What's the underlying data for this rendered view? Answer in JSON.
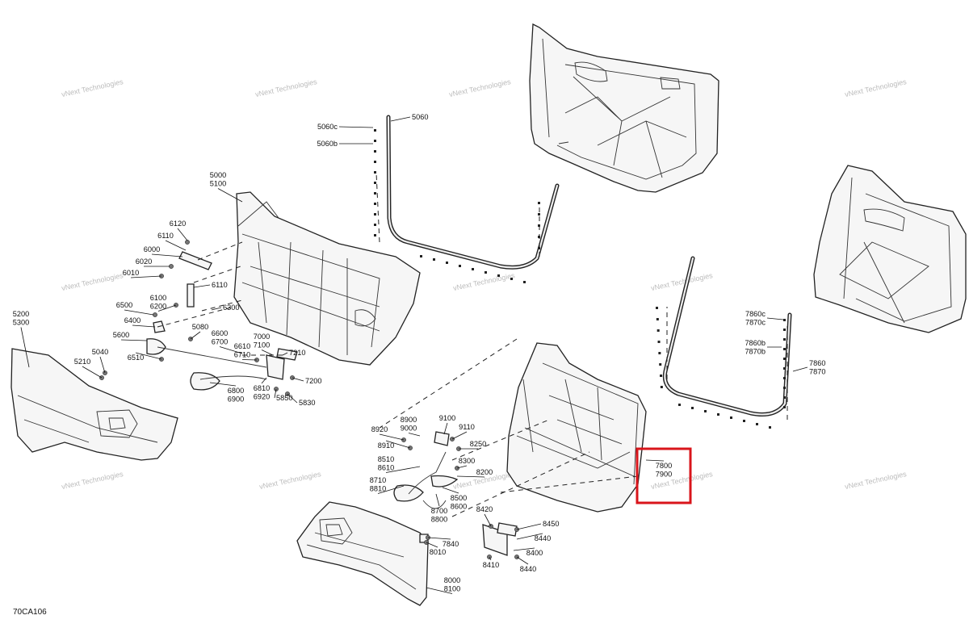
{
  "diagram": {
    "reference_code": "70CA106",
    "watermark": "vNext Technologies",
    "highlight_color": "#d9151b",
    "highlighted_callout": [
      "7800",
      "7900"
    ],
    "callouts": [
      {
        "id": "c5060c",
        "lines": [
          "5060c"
        ]
      },
      {
        "id": "c5060",
        "lines": [
          "5060"
        ]
      },
      {
        "id": "c5060b",
        "lines": [
          "5060b"
        ]
      },
      {
        "id": "c5000",
        "lines": [
          "5000",
          "5100"
        ]
      },
      {
        "id": "c6120",
        "lines": [
          "6120"
        ]
      },
      {
        "id": "c6110a",
        "lines": [
          "6110"
        ]
      },
      {
        "id": "c6000",
        "lines": [
          "6000"
        ]
      },
      {
        "id": "c6020",
        "lines": [
          "6020"
        ]
      },
      {
        "id": "c6010",
        "lines": [
          "6010"
        ]
      },
      {
        "id": "c6110b",
        "lines": [
          "6110"
        ]
      },
      {
        "id": "c6100",
        "lines": [
          "6100",
          "6200"
        ]
      },
      {
        "id": "c6300",
        "lines": [
          "6300"
        ]
      },
      {
        "id": "c6500",
        "lines": [
          "6500"
        ]
      },
      {
        "id": "c6400",
        "lines": [
          "6400"
        ]
      },
      {
        "id": "c5600",
        "lines": [
          "5600"
        ]
      },
      {
        "id": "c6510",
        "lines": [
          "6510"
        ]
      },
      {
        "id": "c5080",
        "lines": [
          "5080"
        ]
      },
      {
        "id": "c6600",
        "lines": [
          "6600",
          "6700"
        ]
      },
      {
        "id": "c6610",
        "lines": [
          "6610",
          "6710"
        ]
      },
      {
        "id": "c7000",
        "lines": [
          "7000",
          "7100"
        ]
      },
      {
        "id": "c7210",
        "lines": [
          "7210"
        ]
      },
      {
        "id": "c7200",
        "lines": [
          "7200"
        ]
      },
      {
        "id": "c6800",
        "lines": [
          "6800",
          "6900"
        ]
      },
      {
        "id": "c6810",
        "lines": [
          "6810",
          "6920"
        ]
      },
      {
        "id": "c5850",
        "lines": [
          "5850"
        ]
      },
      {
        "id": "c5830",
        "lines": [
          "5830"
        ]
      },
      {
        "id": "c5200",
        "lines": [
          "5200",
          "5300"
        ]
      },
      {
        "id": "c5040",
        "lines": [
          "5040"
        ]
      },
      {
        "id": "c5210",
        "lines": [
          "5210"
        ]
      },
      {
        "id": "c7860c",
        "lines": [
          "7860c",
          "7870c"
        ]
      },
      {
        "id": "c7860b",
        "lines": [
          "7860b",
          "7870b"
        ]
      },
      {
        "id": "c7860",
        "lines": [
          "7860",
          "7870"
        ]
      },
      {
        "id": "c8920",
        "lines": [
          "8920"
        ]
      },
      {
        "id": "c8900",
        "lines": [
          "8900",
          "9000"
        ]
      },
      {
        "id": "c9100",
        "lines": [
          "9100"
        ]
      },
      {
        "id": "c9110",
        "lines": [
          "9110"
        ]
      },
      {
        "id": "c8910",
        "lines": [
          "8910"
        ]
      },
      {
        "id": "c8250",
        "lines": [
          "8250"
        ]
      },
      {
        "id": "c8510",
        "lines": [
          "8510",
          "8610"
        ]
      },
      {
        "id": "c8300",
        "lines": [
          "8300"
        ]
      },
      {
        "id": "c8200",
        "lines": [
          "8200"
        ]
      },
      {
        "id": "c8710",
        "lines": [
          "8710",
          "8810"
        ]
      },
      {
        "id": "c8500",
        "lines": [
          "8500",
          "8600"
        ]
      },
      {
        "id": "c8700",
        "lines": [
          "8700",
          "8800"
        ]
      },
      {
        "id": "c7800",
        "lines": [
          "7800",
          "7900"
        ]
      },
      {
        "id": "c8420",
        "lines": [
          "8420"
        ]
      },
      {
        "id": "c8450",
        "lines": [
          "8450"
        ]
      },
      {
        "id": "c8440a",
        "lines": [
          "8440"
        ]
      },
      {
        "id": "c8400",
        "lines": [
          "8400"
        ]
      },
      {
        "id": "c8410",
        "lines": [
          "8410"
        ]
      },
      {
        "id": "c8440b",
        "lines": [
          "8440"
        ]
      },
      {
        "id": "c7840",
        "lines": [
          "7840"
        ]
      },
      {
        "id": "c8010",
        "lines": [
          "8010"
        ]
      },
      {
        "id": "c8000",
        "lines": [
          "8000",
          "8100"
        ]
      }
    ]
  }
}
